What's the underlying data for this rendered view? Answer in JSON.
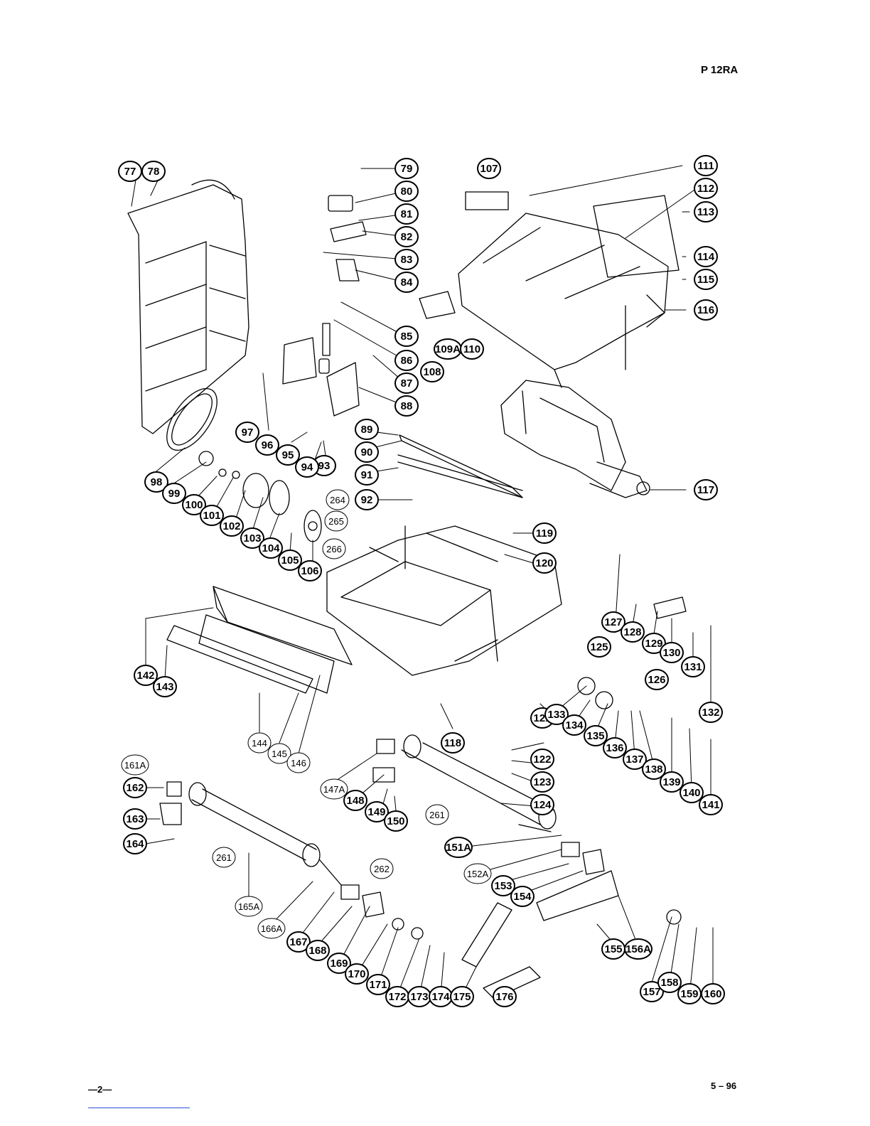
{
  "header": {
    "model": "P 12RA"
  },
  "footer": {
    "page": "—2—",
    "date": "5 – 96"
  },
  "parts": [
    {
      "label": "77",
      "style": "filled"
    },
    {
      "label": "78",
      "style": "filled"
    },
    {
      "label": "79",
      "style": "filled"
    },
    {
      "label": "80",
      "style": "filled"
    },
    {
      "label": "81",
      "style": "filled"
    },
    {
      "label": "82",
      "style": "filled"
    },
    {
      "label": "83",
      "style": "filled"
    },
    {
      "label": "84",
      "style": "filled"
    },
    {
      "label": "85",
      "style": "filled"
    },
    {
      "label": "86",
      "style": "filled"
    },
    {
      "label": "87",
      "style": "filled"
    },
    {
      "label": "88",
      "style": "filled"
    },
    {
      "label": "89",
      "style": "filled"
    },
    {
      "label": "90",
      "style": "filled"
    },
    {
      "label": "91",
      "style": "filled"
    },
    {
      "label": "92",
      "style": "filled"
    },
    {
      "label": "93",
      "style": "filled"
    },
    {
      "label": "94",
      "style": "filled"
    },
    {
      "label": "95",
      "style": "filled"
    },
    {
      "label": "96",
      "style": "filled"
    },
    {
      "label": "97",
      "style": "filled"
    },
    {
      "label": "98",
      "style": "filled"
    },
    {
      "label": "99",
      "style": "filled"
    },
    {
      "label": "100",
      "style": "filled"
    },
    {
      "label": "101",
      "style": "filled"
    },
    {
      "label": "102",
      "style": "filled"
    },
    {
      "label": "103",
      "style": "filled"
    },
    {
      "label": "104",
      "style": "filled"
    },
    {
      "label": "105",
      "style": "filled"
    },
    {
      "label": "106",
      "style": "filled"
    },
    {
      "label": "107",
      "style": "filled"
    },
    {
      "label": "108",
      "style": "filled"
    },
    {
      "label": "109A",
      "style": "filled"
    },
    {
      "label": "110",
      "style": "filled"
    },
    {
      "label": "111",
      "style": "filled"
    },
    {
      "label": "112",
      "style": "filled"
    },
    {
      "label": "113",
      "style": "filled"
    },
    {
      "label": "114",
      "style": "filled"
    },
    {
      "label": "115",
      "style": "filled"
    },
    {
      "label": "116",
      "style": "filled"
    },
    {
      "label": "117",
      "style": "filled"
    },
    {
      "label": "118",
      "style": "filled"
    },
    {
      "label": "119",
      "style": "filled"
    },
    {
      "label": "120",
      "style": "filled"
    },
    {
      "label": "121",
      "style": "filled"
    },
    {
      "label": "122",
      "style": "filled"
    },
    {
      "label": "123",
      "style": "filled"
    },
    {
      "label": "124",
      "style": "filled"
    },
    {
      "label": "125",
      "style": "filled"
    },
    {
      "label": "126",
      "style": "filled"
    },
    {
      "label": "127",
      "style": "filled"
    },
    {
      "label": "128",
      "style": "filled"
    },
    {
      "label": "129",
      "style": "filled"
    },
    {
      "label": "130",
      "style": "filled"
    },
    {
      "label": "131",
      "style": "filled"
    },
    {
      "label": "132",
      "style": "filled"
    },
    {
      "label": "133",
      "style": "filled"
    },
    {
      "label": "134",
      "style": "filled"
    },
    {
      "label": "135",
      "style": "filled"
    },
    {
      "label": "136",
      "style": "filled"
    },
    {
      "label": "137",
      "style": "filled"
    },
    {
      "label": "138",
      "style": "filled"
    },
    {
      "label": "139",
      "style": "filled"
    },
    {
      "label": "140",
      "style": "filled"
    },
    {
      "label": "141",
      "style": "filled"
    },
    {
      "label": "142",
      "style": "filled"
    },
    {
      "label": "143",
      "style": "filled"
    },
    {
      "label": "144",
      "style": "open"
    },
    {
      "label": "145",
      "style": "open"
    },
    {
      "label": "146",
      "style": "open"
    },
    {
      "label": "147A",
      "style": "open"
    },
    {
      "label": "148",
      "style": "filled"
    },
    {
      "label": "149",
      "style": "filled"
    },
    {
      "label": "150",
      "style": "filled"
    },
    {
      "label": "151A",
      "style": "filled"
    },
    {
      "label": "152A",
      "style": "open"
    },
    {
      "label": "153",
      "style": "filled"
    },
    {
      "label": "154",
      "style": "filled"
    },
    {
      "label": "155",
      "style": "filled"
    },
    {
      "label": "156A",
      "style": "filled"
    },
    {
      "label": "157",
      "style": "filled"
    },
    {
      "label": "158",
      "style": "filled"
    },
    {
      "label": "159",
      "style": "filled"
    },
    {
      "label": "160",
      "style": "filled"
    },
    {
      "label": "161A",
      "style": "open"
    },
    {
      "label": "162",
      "style": "filled"
    },
    {
      "label": "163",
      "style": "filled"
    },
    {
      "label": "164",
      "style": "filled"
    },
    {
      "label": "165A",
      "style": "open"
    },
    {
      "label": "166A",
      "style": "open"
    },
    {
      "label": "167",
      "style": "filled"
    },
    {
      "label": "168",
      "style": "filled"
    },
    {
      "label": "169",
      "style": "filled"
    },
    {
      "label": "170",
      "style": "filled"
    },
    {
      "label": "171",
      "style": "filled"
    },
    {
      "label": "172",
      "style": "filled"
    },
    {
      "label": "173",
      "style": "filled"
    },
    {
      "label": "174",
      "style": "filled"
    },
    {
      "label": "175",
      "style": "filled"
    },
    {
      "label": "176",
      "style": "filled"
    },
    {
      "label": "261",
      "style": "open"
    },
    {
      "label": "261",
      "style": "open"
    },
    {
      "label": "262",
      "style": "open"
    },
    {
      "label": "264",
      "style": "open"
    },
    {
      "label": "265",
      "style": "open"
    },
    {
      "label": "266",
      "style": "open"
    }
  ]
}
